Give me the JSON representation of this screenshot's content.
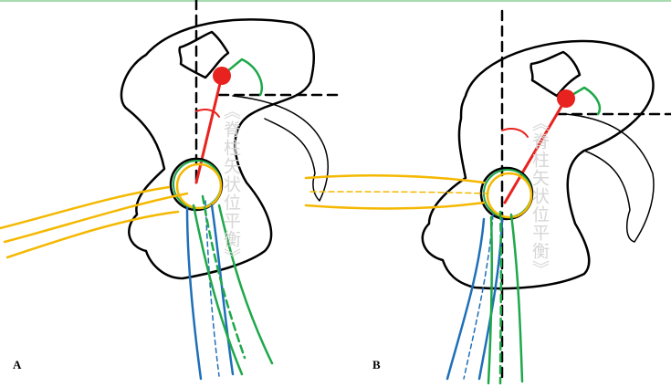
{
  "panels": [
    {
      "label": "A"
    },
    {
      "label": "B"
    }
  ],
  "watermark": "《脊柱矢状位平衡》",
  "colors": {
    "outline": "#000000",
    "reference": "#e8231f",
    "femur_blue": "#1f6fb8",
    "femur_green": "#1ea84a",
    "leg_yellow": "#f5b800",
    "top_rule": "#a8dcb0"
  }
}
